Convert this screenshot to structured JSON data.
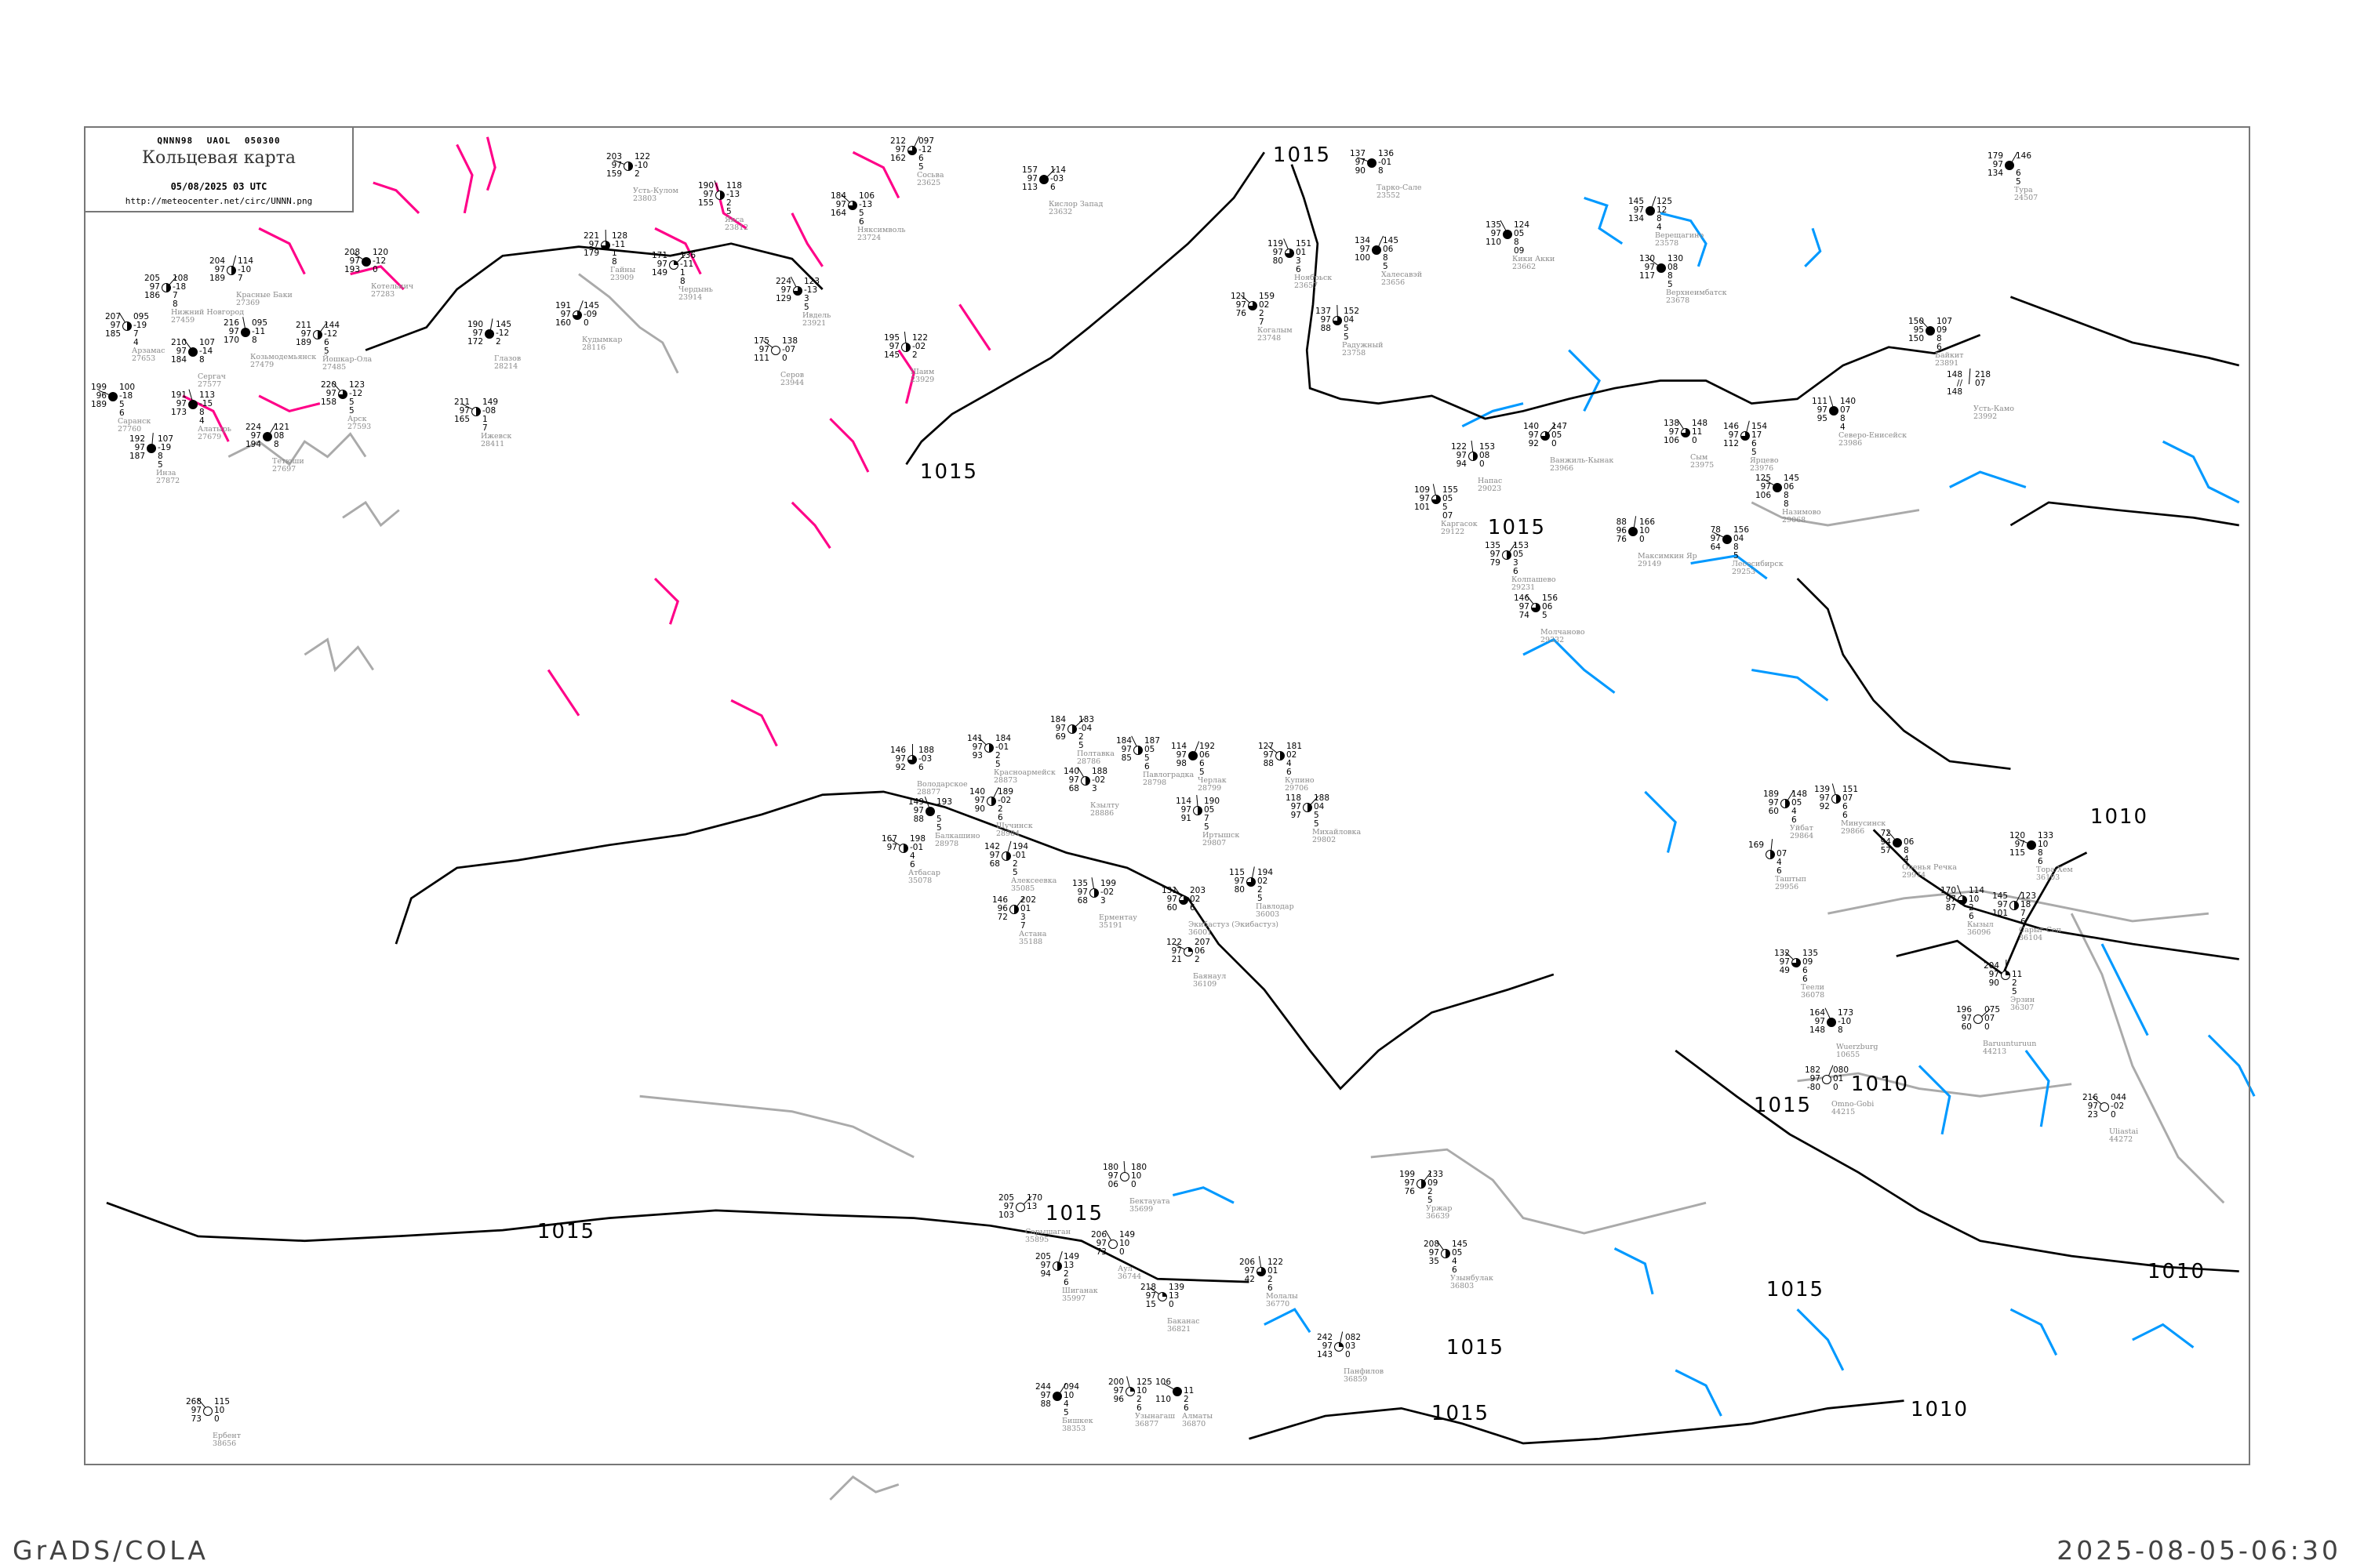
{
  "header": {
    "code_line": "QNNN98 UAOL 050300",
    "title": "Кольцевая карта",
    "date": "05/08/2025 03 UTC",
    "url": "http://meteocenter.net/circ/UNNN.png"
  },
  "footer": {
    "left": "GrADS/COLA",
    "right": "2025-08-05-06:30"
  },
  "colors": {
    "isobar": "#000000",
    "isotherm_cold": "#0099ff",
    "isotherm_warm": "#ff0088",
    "coast": "#aaaaaa",
    "station_name": "#8a8a8a",
    "frame": "#777777"
  },
  "isobar_labels": [
    "1015",
    "1015",
    "1015",
    "1015",
    "1015",
    "1015",
    "1010",
    "1010",
    "1015",
    "1010",
    "1010",
    "1015",
    "1015"
  ],
  "stations": [
    {
      "t": "137",
      "p": "136",
      "td": "97",
      "tend": "-01",
      "b": "90",
      "x1": "8",
      "name": "Тарко-Сале",
      "id": "23552",
      "cover": 1
    },
    {
      "t": "119",
      "p": "151",
      "td": "97",
      "tend": "01",
      "b": "80",
      "x1": "3",
      "x2": "6",
      "name": "Ноябрьск",
      "id": "23657",
      "cover": 0.75
    },
    {
      "t": "134",
      "p": "145",
      "td": "97",
      "tend": "06",
      "b": "100",
      "x1": "8",
      "x2": "5",
      "name": "Халесавэй",
      "id": "23656",
      "cover": 1
    },
    {
      "t": "121",
      "p": "159",
      "td": "97",
      "tend": "02",
      "b": "76",
      "x1": "2",
      "x2": "7",
      "name": "Когалым",
      "id": "23748",
      "cover": 0.75
    },
    {
      "t": "137",
      "p": "152",
      "td": "97",
      "tend": "04",
      "b": "88",
      "x1": "5",
      "x2": "5",
      "name": "Радужный",
      "id": "23758",
      "cover": 0.75
    },
    {
      "t": "157",
      "p": "114",
      "td": "97",
      "tend": "-03",
      "b": "113",
      "x1": "6",
      "name": "Кислор Запад",
      "id": "23632",
      "cover": 1
    },
    {
      "t": "135",
      "p": "124",
      "td": "97",
      "tend": "05",
      "b": "110",
      "x1": "8",
      "x2": "09",
      "name": "Кики Акки",
      "id": "23662",
      "cover": 1
    },
    {
      "t": "145",
      "p": "125",
      "td": "97",
      "tend": "12",
      "b": "134",
      "x1": "8",
      "x2": "4",
      "name": "Верещагино",
      "id": "23578",
      "cover": 1
    },
    {
      "t": "130",
      "p": "130",
      "td": "97",
      "tend": "08",
      "b": "117",
      "x1": "8",
      "x2": "5",
      "name": "Верхнеимбатск",
      "id": "23678",
      "cover": 1
    },
    {
      "t": "122",
      "p": "153",
      "td": "97",
      "tend": "08",
      "b": "94",
      "x1": "0",
      "name": "Напас",
      "id": "29023",
      "cover": 0.5
    },
    {
      "t": "140",
      "p": "147",
      "td": "97",
      "tend": "05",
      "b": "92",
      "x1": "0",
      "name": "Ванжиль-Кынак",
      "id": "23966",
      "cover": 0.75
    },
    {
      "t": "138",
      "p": "148",
      "td": "97",
      "tend": "11",
      "b": "106",
      "x1": "0",
      "name": "Сым",
      "id": "23975",
      "cover": 0.75
    },
    {
      "t": "146",
      "p": "154",
      "td": "97",
      "tend": "17",
      "b": "112",
      "x1": "6",
      "x2": "5",
      "name": "Ярцево",
      "id": "23976",
      "cover": 0.75
    },
    {
      "t": "125",
      "p": "145",
      "td": "97",
      "tend": "06",
      "b": "106",
      "x1": "8",
      "x2": "8",
      "name": "Назимово",
      "id": "29068",
      "cover": 1
    },
    {
      "t": "109",
      "p": "155",
      "td": "97",
      "tend": "05",
      "b": "101",
      "x1": "5",
      "x2": "07",
      "name": "Каргасок",
      "id": "29122",
      "cover": 0.75
    },
    {
      "t": "135",
      "p": "153",
      "td": "97",
      "tend": "05",
      "b": "79",
      "x1": "3",
      "x2": "6",
      "name": "Колпашево",
      "id": "29231",
      "cover": 0.5
    },
    {
      "t": "146",
      "p": "156",
      "td": "97",
      "tend": "06",
      "b": "74",
      "x1": "5",
      "name": "Молчаново",
      "id": "29332",
      "cover": 0.75
    },
    {
      "t": "88",
      "p": "166",
      "td": "96",
      "tend": "10",
      "b": "76",
      "x1": "0",
      "name": "Максимкин Яр",
      "id": "29149",
      "cover": 1
    },
    {
      "t": "78",
      "p": "156",
      "td": "97",
      "tend": "04",
      "b": "64",
      "x1": "8",
      "x2": "5",
      "name": "Лесосибирск",
      "id": "29253",
      "cover": 1
    },
    {
      "t": "111",
      "p": "140",
      "td": "97",
      "tend": "07",
      "b": "95",
      "x1": "8",
      "x2": "4",
      "name": "Северо-Енисейск",
      "id": "23986",
      "cover": 1
    },
    {
      "t": "179",
      "p": "146",
      "td": "97",
      "b": "134",
      "x1": "6",
      "x2": "5",
      "name": "Тура",
      "id": "24507",
      "cover": 1
    },
    {
      "t": "150",
      "p": "107",
      "td": "95",
      "tend": "09",
      "b": "150",
      "x1": "8",
      "x2": "6",
      "name": "Байкит",
      "id": "23891",
      "cover": 1
    },
    {
      "t": "148",
      "p": "218",
      "td": "//",
      "tend": "07",
      "b": "148",
      "name": "Усть-Камо",
      "id": "23992"
    },
    {
      "t": "203",
      "p": "122",
      "td": "97",
      "tend": "-10",
      "b": "159",
      "x1": "2",
      "name": "Усть-Кулом",
      "id": "23803",
      "cover": 0.5
    },
    {
      "t": "190",
      "p": "118",
      "td": "97",
      "tend": "-13",
      "b": "155",
      "x1": "2",
      "x2": "5",
      "name": "Якса",
      "id": "23812",
      "cover": 0.5
    },
    {
      "t": "212",
      "p": "097",
      "td": "97",
      "tend": "-12",
      "b": "162",
      "x1": "6",
      "x2": "5",
      "name": "Сосьва",
      "id": "23625",
      "cover": 0.75
    },
    {
      "t": "184",
      "p": "106",
      "td": "97",
      "tend": "-13",
      "b": "164",
      "x1": "5",
      "x2": "6",
      "name": "Няксимволь",
      "id": "23724",
      "cover": 0.75
    },
    {
      "t": "221",
      "p": "128",
      "td": "97",
      "tend": "-11",
      "b": "179",
      "x1": "1",
      "x2": "8",
      "name": "Гайны",
      "id": "23909",
      "cover": 0.75
    },
    {
      "t": "171",
      "p": "136",
      "td": "97",
      "tend": "-11",
      "b": "149",
      "x1": "1",
      "x2": "8",
      "name": "Чердынь",
      "id": "23914",
      "cover": 0.25
    },
    {
      "t": "224",
      "p": "123",
      "td": "97",
      "tend": "-13",
      "b": "129",
      "x1": "3",
      "x2": "5",
      "name": "Ивдель",
      "id": "23921",
      "cover": 0.75
    },
    {
      "t": "191",
      "p": "145",
      "td": "97",
      "tend": "-09",
      "b": "160",
      "x1": "0",
      "name": "Кудымкар",
      "id": "28116",
      "cover": 0.75
    },
    {
      "t": "175",
      "p": "138",
      "td": "97",
      "tend": "-07",
      "b": "111",
      "x1": "0",
      "name": "Серов",
      "id": "23944",
      "cover": 0
    },
    {
      "t": "195",
      "p": "122",
      "td": "97",
      "tend": "-02",
      "b": "145",
      "x1": "2",
      "name": "Шаим",
      "id": "23929",
      "cover": 0.5
    },
    {
      "t": "205",
      "p": "108",
      "td": "97",
      "tend": "-18",
      "b": "186",
      "x1": "7",
      "x2": "8",
      "name": "Нижний Новгород",
      "id": "27459",
      "cover": 0.5
    },
    {
      "t": "207",
      "p": "095",
      "td": "97",
      "tend": "-19",
      "b": "185",
      "x1": "7",
      "x2": "4",
      "name": "Арзамас",
      "id": "27653",
      "cover": 0.5
    },
    {
      "t": "204",
      "p": "114",
      "td": "97",
      "tend": "-10",
      "b": "189",
      "x1": "7",
      "name": "Красные Баки",
      "id": "27369",
      "cover": 0.5
    },
    {
      "t": "208",
      "p": "120",
      "td": "97",
      "tend": "-12",
      "b": "193",
      "x1": "0",
      "name": "Котельнич",
      "id": "27283",
      "cover": 1
    },
    {
      "t": "216",
      "p": "095",
      "td": "97",
      "tend": "-11",
      "b": "170",
      "x1": "8",
      "name": "Козьмодемьянск",
      "id": "27479",
      "cover": 1
    },
    {
      "t": "211",
      "p": "144",
      "td": "97",
      "tend": "-12",
      "b": "189",
      "x1": "6",
      "x2": "5",
      "name": "Йошкар-Ола",
      "id": "27485",
      "cover": 0.5
    },
    {
      "t": "210",
      "p": "107",
      "td": "97",
      "tend": "-14",
      "b": "184",
      "x1": "8",
      "name": "Сергач",
      "id": "27577",
      "cover": 1
    },
    {
      "t": "190",
      "p": "145",
      "td": "97",
      "tend": "-12",
      "b": "172",
      "x1": "2",
      "name": "Глазов",
      "id": "28214",
      "cover": 1
    },
    {
      "t": "211",
      "p": "149",
      "td": "97",
      "tend": "-08",
      "b": "165",
      "x1": "1",
      "x2": "7",
      "name": "Ижевск",
      "id": "28411",
      "cover": 0.5
    },
    {
      "t": "191",
      "p": "113",
      "td": "97",
      "tend": "-15",
      "b": "173",
      "x1": "8",
      "x2": "4",
      "name": "Алатырь",
      "id": "27679",
      "cover": 1
    },
    {
      "t": "224",
      "p": "121",
      "td": "97",
      "tend": "08",
      "b": "194",
      "x1": "8",
      "name": "Тетюши",
      "id": "27697",
      "cover": 1
    },
    {
      "t": "220",
      "p": "123",
      "td": "97",
      "tend": "-12",
      "b": "158",
      "x1": "5",
      "x2": "5",
      "name": "Арск",
      "id": "27593",
      "cover": 0.75
    },
    {
      "t": "192",
      "p": "107",
      "td": "97",
      "tend": "-19",
      "b": "187",
      "x1": "8",
      "x2": "5",
      "name": "Инза",
      "id": "27872",
      "cover": 1
    },
    {
      "t": "199",
      "p": "100",
      "td": "96",
      "tend": "-18",
      "b": "189",
      "x1": "5",
      "x2": "6",
      "name": "Саранск",
      "id": "27760",
      "cover": 1
    },
    {
      "t": "149",
      "p": "193",
      "td": "97",
      "b": "88",
      "x1": "5",
      "x2": "5",
      "name": "Балкашино",
      "id": "28978",
      "cover": 1
    },
    {
      "t": "140",
      "p": "189",
      "td": "97",
      "tend": "-02",
      "b": "90",
      "x1": "2",
      "x2": "6",
      "name": "Щучинск",
      "id": "28984",
      "cover": 0.5
    },
    {
      "t": "141",
      "p": "184",
      "td": "97",
      "tend": "-01",
      "b": "93",
      "x1": "2",
      "x2": "5",
      "name": "Красноармейск",
      "id": "28873",
      "cover": 0.5
    },
    {
      "t": "146",
      "p": "188",
      "td": "97",
      "tend": "-03",
      "b": "92",
      "x1": "6",
      "name": "Володарское",
      "id": "28877",
      "cover": 0.75
    },
    {
      "t": "184",
      "p": "183",
      "td": "97",
      "tend": "-04",
      "b": "69",
      "x1": "2",
      "x2": "5",
      "name": "Полтавка",
      "id": "28786",
      "cover": 0.5
    },
    {
      "t": "184",
      "p": "187",
      "td": "97",
      "tend": "05",
      "b": "85",
      "x1": "5",
      "x2": "6",
      "name": "Павлоградка",
      "id": "28798",
      "cover": 0.5
    },
    {
      "t": "114",
      "p": "192",
      "td": "97",
      "tend": "06",
      "b": "98",
      "x1": "6",
      "x2": "5",
      "name": "Черлак",
      "id": "28799",
      "cover": 1
    },
    {
      "t": "127",
      "p": "181",
      "td": "97",
      "tend": "02",
      "b": "88",
      "x1": "4",
      "x2": "6",
      "name": "Купино",
      "id": "29706",
      "cover": 0.5
    },
    {
      "t": "114",
      "p": "190",
      "td": "97",
      "tend": "05",
      "b": "91",
      "x1": "7",
      "x2": "5",
      "name": "Иртышск",
      "id": "29807",
      "cover": 0.5
    },
    {
      "t": "118",
      "p": "188",
      "td": "97",
      "tend": "04",
      "b": "97",
      "x1": "5",
      "x2": "5",
      "name": "Михайловка",
      "id": "29802",
      "cover": 0.5
    },
    {
      "t": "140",
      "p": "188",
      "td": "97",
      "tend": "-02",
      "b": "68",
      "x1": "3",
      "name": "Кзылту",
      "id": "28886",
      "cover": 0.5
    },
    {
      "t": "142",
      "p": "194",
      "td": "97",
      "tend": "-01",
      "b": "68",
      "x1": "2",
      "x2": "5",
      "name": "Алексеевка",
      "id": "35085",
      "cover": 0.5
    },
    {
      "t": "167",
      "p": "198",
      "td": "97",
      "tend": "-01",
      "x1": "4",
      "x2": "6",
      "name": "Атбасар",
      "id": "35078",
      "cover": 0.5
    },
    {
      "t": "135",
      "p": "199",
      "td": "97",
      "tend": "-02",
      "b": "68",
      "x1": "3",
      "name": "Ерментау",
      "id": "35191",
      "cover": 0.5
    },
    {
      "t": "146",
      "p": "202",
      "td": "96",
      "tend": "01",
      "b": "72",
      "x1": "3",
      "x2": "7",
      "name": "Астана",
      "id": "35188",
      "cover": 0.5
    },
    {
      "t": "131",
      "p": "203",
      "td": "97",
      "tend": "02",
      "b": "60",
      "x1": "6",
      "name": "Экибастуз (Экибастуз)",
      "id": "36001",
      "cover": 0.75
    },
    {
      "t": "115",
      "p": "194",
      "td": "97",
      "tend": "02",
      "b": "80",
      "x1": "2",
      "x2": "5",
      "name": "Павлодар",
      "id": "36003",
      "cover": 0.75
    },
    {
      "t": "122",
      "p": "207",
      "td": "97",
      "tend": "06",
      "b": "21",
      "x1": "2",
      "name": "Баянаул",
      "id": "36109",
      "cover": 0.25
    },
    {
      "t": "139",
      "p": "151",
      "td": "97",
      "tend": "07",
      "b": "92",
      "x1": "6",
      "x2": "6",
      "name": "Минусинск",
      "id": "29866",
      "cover": 0.5
    },
    {
      "t": "189",
      "p": "148",
      "td": "97",
      "tend": "05",
      "b": "60",
      "x1": "4",
      "x2": "6",
      "name": "Уйбат",
      "id": "29864",
      "cover": 0.5
    },
    {
      "t": "72",
      "td": "94",
      "tend": "06",
      "b": "57",
      "x1": "8",
      "x2": "4",
      "name": "Оленья Речка",
      "id": "29974",
      "cover": 1
    },
    {
      "t": "169",
      "tend": "07",
      "x1": "4",
      "x2": "6",
      "name": "Таштып",
      "id": "29956",
      "cover": 0.5
    },
    {
      "t": "120",
      "p": "133",
      "td": "97",
      "tend": "10",
      "b": "115",
      "x1": "8",
      "x2": "6",
      "name": "Тора-Хем",
      "id": "36103",
      "cover": 1
    },
    {
      "t": "170",
      "p": "114",
      "td": "97",
      "tend": "10",
      "b": "87",
      "x1": "2",
      "x2": "6",
      "name": "Кызыл",
      "id": "36096",
      "cover": 0.75
    },
    {
      "t": "145",
      "p": "123",
      "td": "97",
      "tend": "18",
      "b": "101",
      "x1": "7",
      "x2": "6",
      "name": "Сарыг-Сеп",
      "id": "36104",
      "cover": 0.5
    },
    {
      "t": "132",
      "p": "135",
      "td": "97",
      "tend": "09",
      "b": "49",
      "x1": "6",
      "x2": "6",
      "name": "Теели",
      "id": "36078",
      "cover": 0.75
    },
    {
      "t": "204",
      "td": "97",
      "tend": "11",
      "b": "90",
      "x1": "2",
      "x2": "5",
      "name": "Эрзин",
      "id": "36307",
      "cover": 0.25
    },
    {
      "t": "196",
      "p": "075",
      "td": "97",
      "tend": "07",
      "b": "60",
      "x1": "0",
      "name": "Baruunturuun",
      "id": "44213",
      "cover": 0
    },
    {
      "t": "164",
      "p": "173",
      "td": "97",
      "tend": "-10",
      "b": "148",
      "x1": "8",
      "name": "Wuerzburg",
      "id": "10655",
      "cover": 1
    },
    {
      "t": "182",
      "p": "080",
      "td": "97",
      "tend": "01",
      "b": "-80",
      "x1": "0",
      "name": "Omno-Gobi",
      "id": "44215",
      "cover": 0
    },
    {
      "t": "216",
      "p": "044",
      "td": "97",
      "tend": "-02",
      "b": "23",
      "x1": "0",
      "name": "Uliastai",
      "id": "44272",
      "cover": 0
    },
    {
      "t": "180",
      "p": "180",
      "td": "97",
      "tend": "10",
      "b": "06",
      "x1": "0",
      "name": "Бектауата",
      "id": "35699",
      "cover": 0
    },
    {
      "t": "205",
      "p": "170",
      "td": "97",
      "tend": "13",
      "b": "103",
      "name": "Сарышаган",
      "id": "35895",
      "cover": 0
    },
    {
      "t": "206",
      "p": "149",
      "td": "97",
      "tend": "10",
      "b": "73",
      "x1": "0",
      "name": "Аул",
      "id": "36744",
      "cover": 0
    },
    {
      "t": "205",
      "p": "149",
      "td": "97",
      "tend": "13",
      "b": "94",
      "x1": "2",
      "x2": "6",
      "name": "Шиганак",
      "id": "35997",
      "cover": 0.5
    },
    {
      "t": "218",
      "p": "139",
      "td": "97",
      "tend": "13",
      "b": "15",
      "x1": "0",
      "name": "Баканас",
      "id": "36821",
      "cover": 0.25
    },
    {
      "t": "206",
      "p": "122",
      "td": "97",
      "tend": "01",
      "b": "42",
      "x1": "2",
      "x2": "6",
      "name": "Молалы",
      "id": "36770",
      "cover": 0.75
    },
    {
      "t": "199",
      "p": "133",
      "td": "97",
      "tend": "09",
      "b": "76",
      "x1": "2",
      "x2": "5",
      "name": "Уржар",
      "id": "36639",
      "cover": 0.5
    },
    {
      "t": "208",
      "p": "145",
      "td": "97",
      "tend": "05",
      "b": "35",
      "x1": "4",
      "x2": "6",
      "name": "Узынбулак",
      "id": "36803",
      "cover": 0.5
    },
    {
      "t": "242",
      "p": "082",
      "td": "97",
      "tend": "03",
      "b": "143",
      "x1": "0",
      "name": "Панфилов",
      "id": "36859",
      "cover": 0.25
    },
    {
      "t": "106",
      "tend": "11",
      "b": "110",
      "x1": "2",
      "x2": "6",
      "name": "Алматы",
      "id": "36870",
      "cover": 1
    },
    {
      "t": "200",
      "p": "125",
      "td": "97",
      "tend": "10",
      "b": "96",
      "x1": "2",
      "x2": "6",
      "name": "Узынагаш",
      "id": "36877",
      "cover": 0.25
    },
    {
      "t": "244",
      "p": "094",
      "td": "97",
      "tend": "10",
      "b": "88",
      "x1": "4",
      "x2": "5",
      "name": "Бишкек",
      "id": "38353",
      "cover": 1
    },
    {
      "t": "268",
      "p": "115",
      "td": "97",
      "tend": "10",
      "b": "73",
      "x1": "0",
      "name": "Ербент",
      "id": "38656",
      "cover": 0
    }
  ]
}
